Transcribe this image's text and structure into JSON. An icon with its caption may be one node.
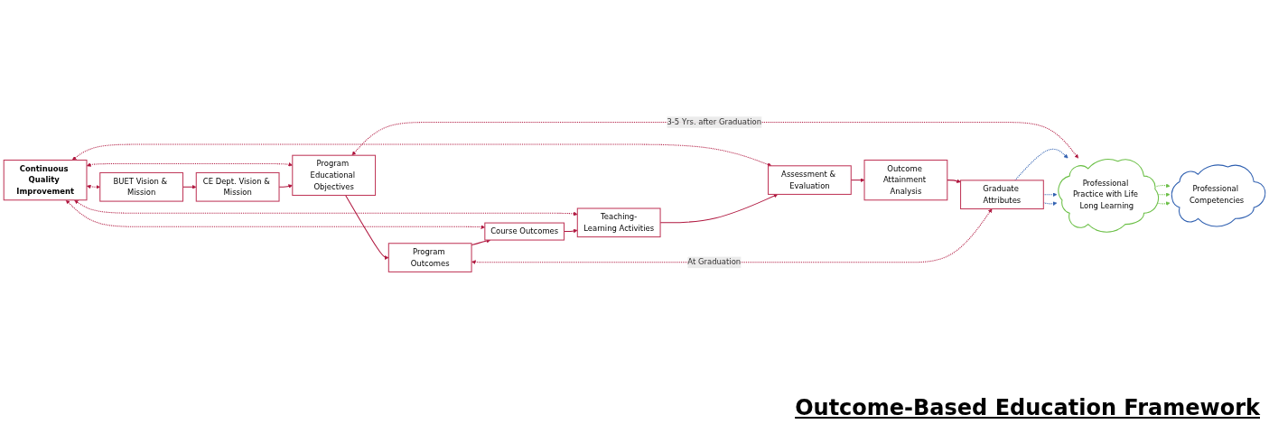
{
  "diagram": {
    "title": "Outcome-Based Education Framework",
    "nodes": [
      {
        "text": [
          "Continuous Quality Improvement"
        ]
      },
      {
        "text": [
          "BUET Vision & Mission"
        ]
      },
      {
        "text": [
          "CE Dept. Vision & Mission"
        ]
      },
      {
        "text": [
          "Program Educational Objectives"
        ]
      },
      {
        "text": [
          "Course Outcomes"
        ]
      },
      {
        "text": [
          "Program Outcomes"
        ]
      },
      {
        "text": [
          "Teaching-Learning Activities"
        ]
      },
      {
        "text": [
          "Assessment & Evaluation"
        ]
      },
      {
        "text": [
          "Outcome Attainment Analysis"
        ]
      },
      {
        "text": [
          "Graduate Attributes"
        ]
      },
      {
        "text": [
          "Professional Practice with Life Long Learning"
        ]
      },
      {
        "text": [
          "Professional Competencies"
        ]
      }
    ],
    "edges": [
      {
        "from": 0,
        "to": 1,
        "arrow": "both",
        "style": "dashed"
      },
      {
        "from": 0,
        "to": 3,
        "arrow": "both",
        "style": "dashed"
      },
      {
        "from": 0,
        "to": 4,
        "arrow": "both",
        "style": "dashed"
      },
      {
        "from": 0,
        "to": 6,
        "arrow": "both",
        "style": "dashed"
      },
      {
        "from": 0,
        "to": 7,
        "arrow": "both",
        "style": "dashed"
      },
      {
        "from": 1,
        "to": 2,
        "arrow": "to"
      },
      {
        "from": 2,
        "to": 3,
        "arrow": "to"
      },
      {
        "from": 3,
        "to": 5,
        "arrow": "to"
      },
      {
        "from": 5,
        "to": 4,
        "arrow": "to"
      },
      {
        "from": 4,
        "to": 6,
        "arrow": "to"
      },
      {
        "from": 6,
        "to": 7,
        "arrow": "to"
      },
      {
        "from": 7,
        "to": 8,
        "arrow": "to"
      },
      {
        "from": 8,
        "to": 9,
        "arrow": "to"
      },
      {
        "from": 3,
        "to": 10,
        "arrow": "both",
        "style": "dashed",
        "label": "3-5 Yrs. after Graduation"
      },
      {
        "from": 5,
        "to": 9,
        "arrow": "both",
        "style": "dashed",
        "label": "At Graduation"
      },
      {
        "from": 9,
        "to": 10,
        "arrow": "to",
        "style": "dashed",
        "color": "#2e5fb0"
      },
      {
        "from": 9,
        "to": 10,
        "arrow": "to",
        "style": "dashed",
        "color": "#2e5fb0"
      },
      {
        "from": 9,
        "to": 10,
        "arrow": "to",
        "style": "dashed",
        "color": "#2e5fb0"
      },
      {
        "from": 10,
        "to": 11,
        "arrow": "to",
        "style": "dashed",
        "color": "#6abf45"
      },
      {
        "from": 10,
        "to": 11,
        "arrow": "to",
        "style": "dashed",
        "color": "#6abf45"
      },
      {
        "from": 10,
        "to": 11,
        "arrow": "to",
        "style": "dashed",
        "color": "#6abf45"
      }
    ]
  }
}
